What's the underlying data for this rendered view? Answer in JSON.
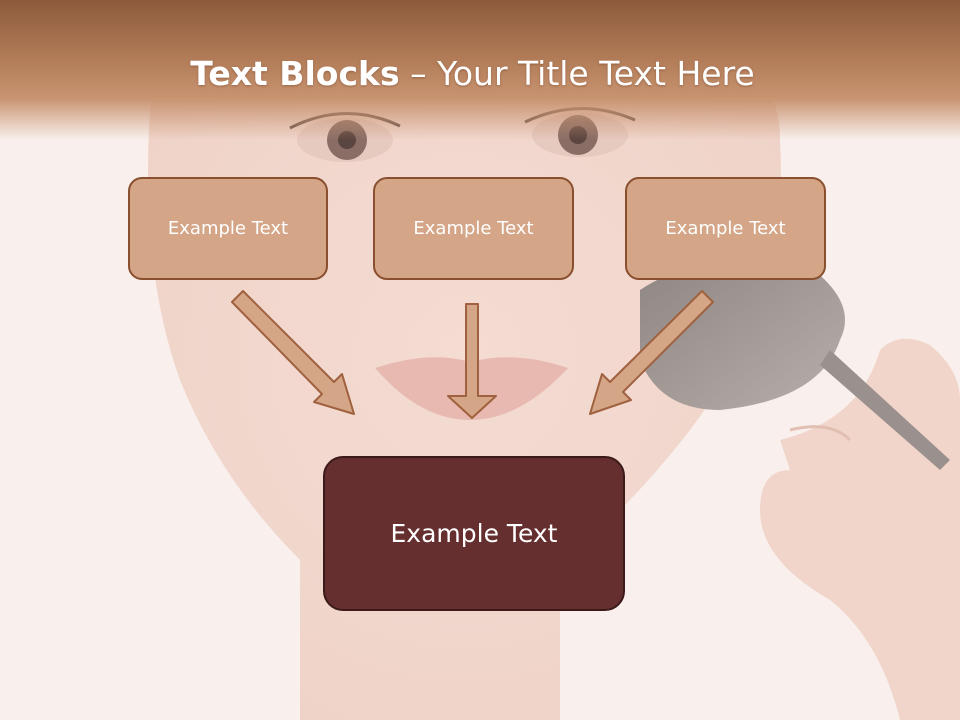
{
  "slide": {
    "title_bold": "Text Blocks",
    "title_dash": " – ",
    "title_rest": "Your Title Text Here"
  },
  "blocks": [
    {
      "label": "Example Text"
    },
    {
      "label": "Example Text"
    },
    {
      "label": "Example Text"
    }
  ],
  "main_block": {
    "label": "Example Text"
  },
  "colors": {
    "header": "#a86f4b",
    "small_box_fill": "#d4a586",
    "small_box_border": "#8a4f2e",
    "main_box_fill": "#652f30",
    "arrow_fill": "#d4a586",
    "arrow_stroke": "#a0613f"
  }
}
